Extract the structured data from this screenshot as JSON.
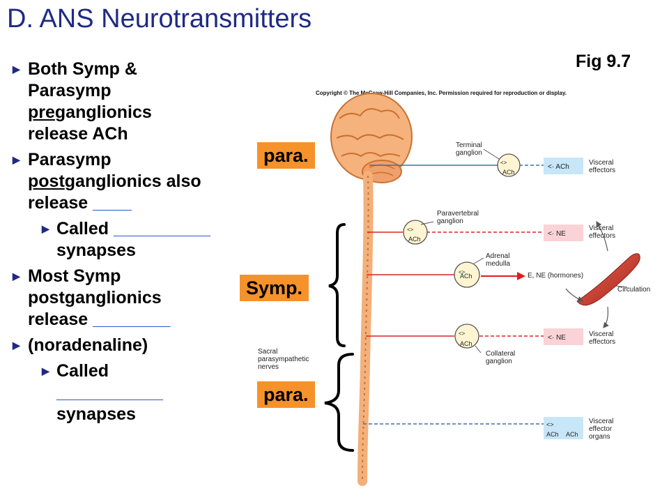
{
  "title": "D. ANS Neurotransmitters",
  "fig_label": "Fig 9.7",
  "copyright": "Copyright © The McGraw-Hill Companies, Inc. Permission required for reproduction or display.",
  "bullets": {
    "b1": {
      "l1": "Both Symp &",
      "l2": "Parasymp",
      "l3_u": "pre",
      "l3": "ganglionics",
      "l4": "release ACh"
    },
    "b2": {
      "l1": "Parasymp",
      "l2_u": "post",
      "l2": "ganglionics also",
      "l3": "release",
      "blank": "____"
    },
    "b2a": {
      "l1": "Called",
      "blank": "__________",
      "l2": "synapses"
    },
    "b3": {
      "l1": "Most Symp",
      "l2": "postganglionics",
      "l3": "release",
      "blank": "________"
    },
    "b4": {
      "l1": "(noradenaline)"
    },
    "b4a": {
      "l1": "Called",
      "blank": "___________",
      "l2": "synapses"
    }
  },
  "tags": {
    "para_top": "para.",
    "symp": "Symp.",
    "para_bottom": "para."
  },
  "diagram": {
    "terminal_ganglion": "Terminal\nganglion",
    "paravertebral_ganglion": "Paravertebral\nganglion",
    "adrenal_medulla": "Adrenal\nmedulla",
    "collateral_ganglion": "Collateral\nganglion",
    "sacral_nerves": "Sacral\nparasympathetic\nnerves",
    "visceral_effectors": "Visceral\neffectors",
    "visceral_effector_organs": "Visceral\neffector\norgans",
    "hormones": "E, NE (hormones)",
    "circulation": "Circulation",
    "ach": "ACh",
    "ne": "NE",
    "arrow_ach": "<· ACh",
    "arrow_ne": "<· NE",
    "bracket": "<>"
  },
  "colors": {
    "title": "#1f2a85",
    "tag": "#f6922a",
    "effector_blue": "#c7e6f7",
    "effector_pink": "#f9d3d6",
    "ganglion": "#fff5d2"
  }
}
